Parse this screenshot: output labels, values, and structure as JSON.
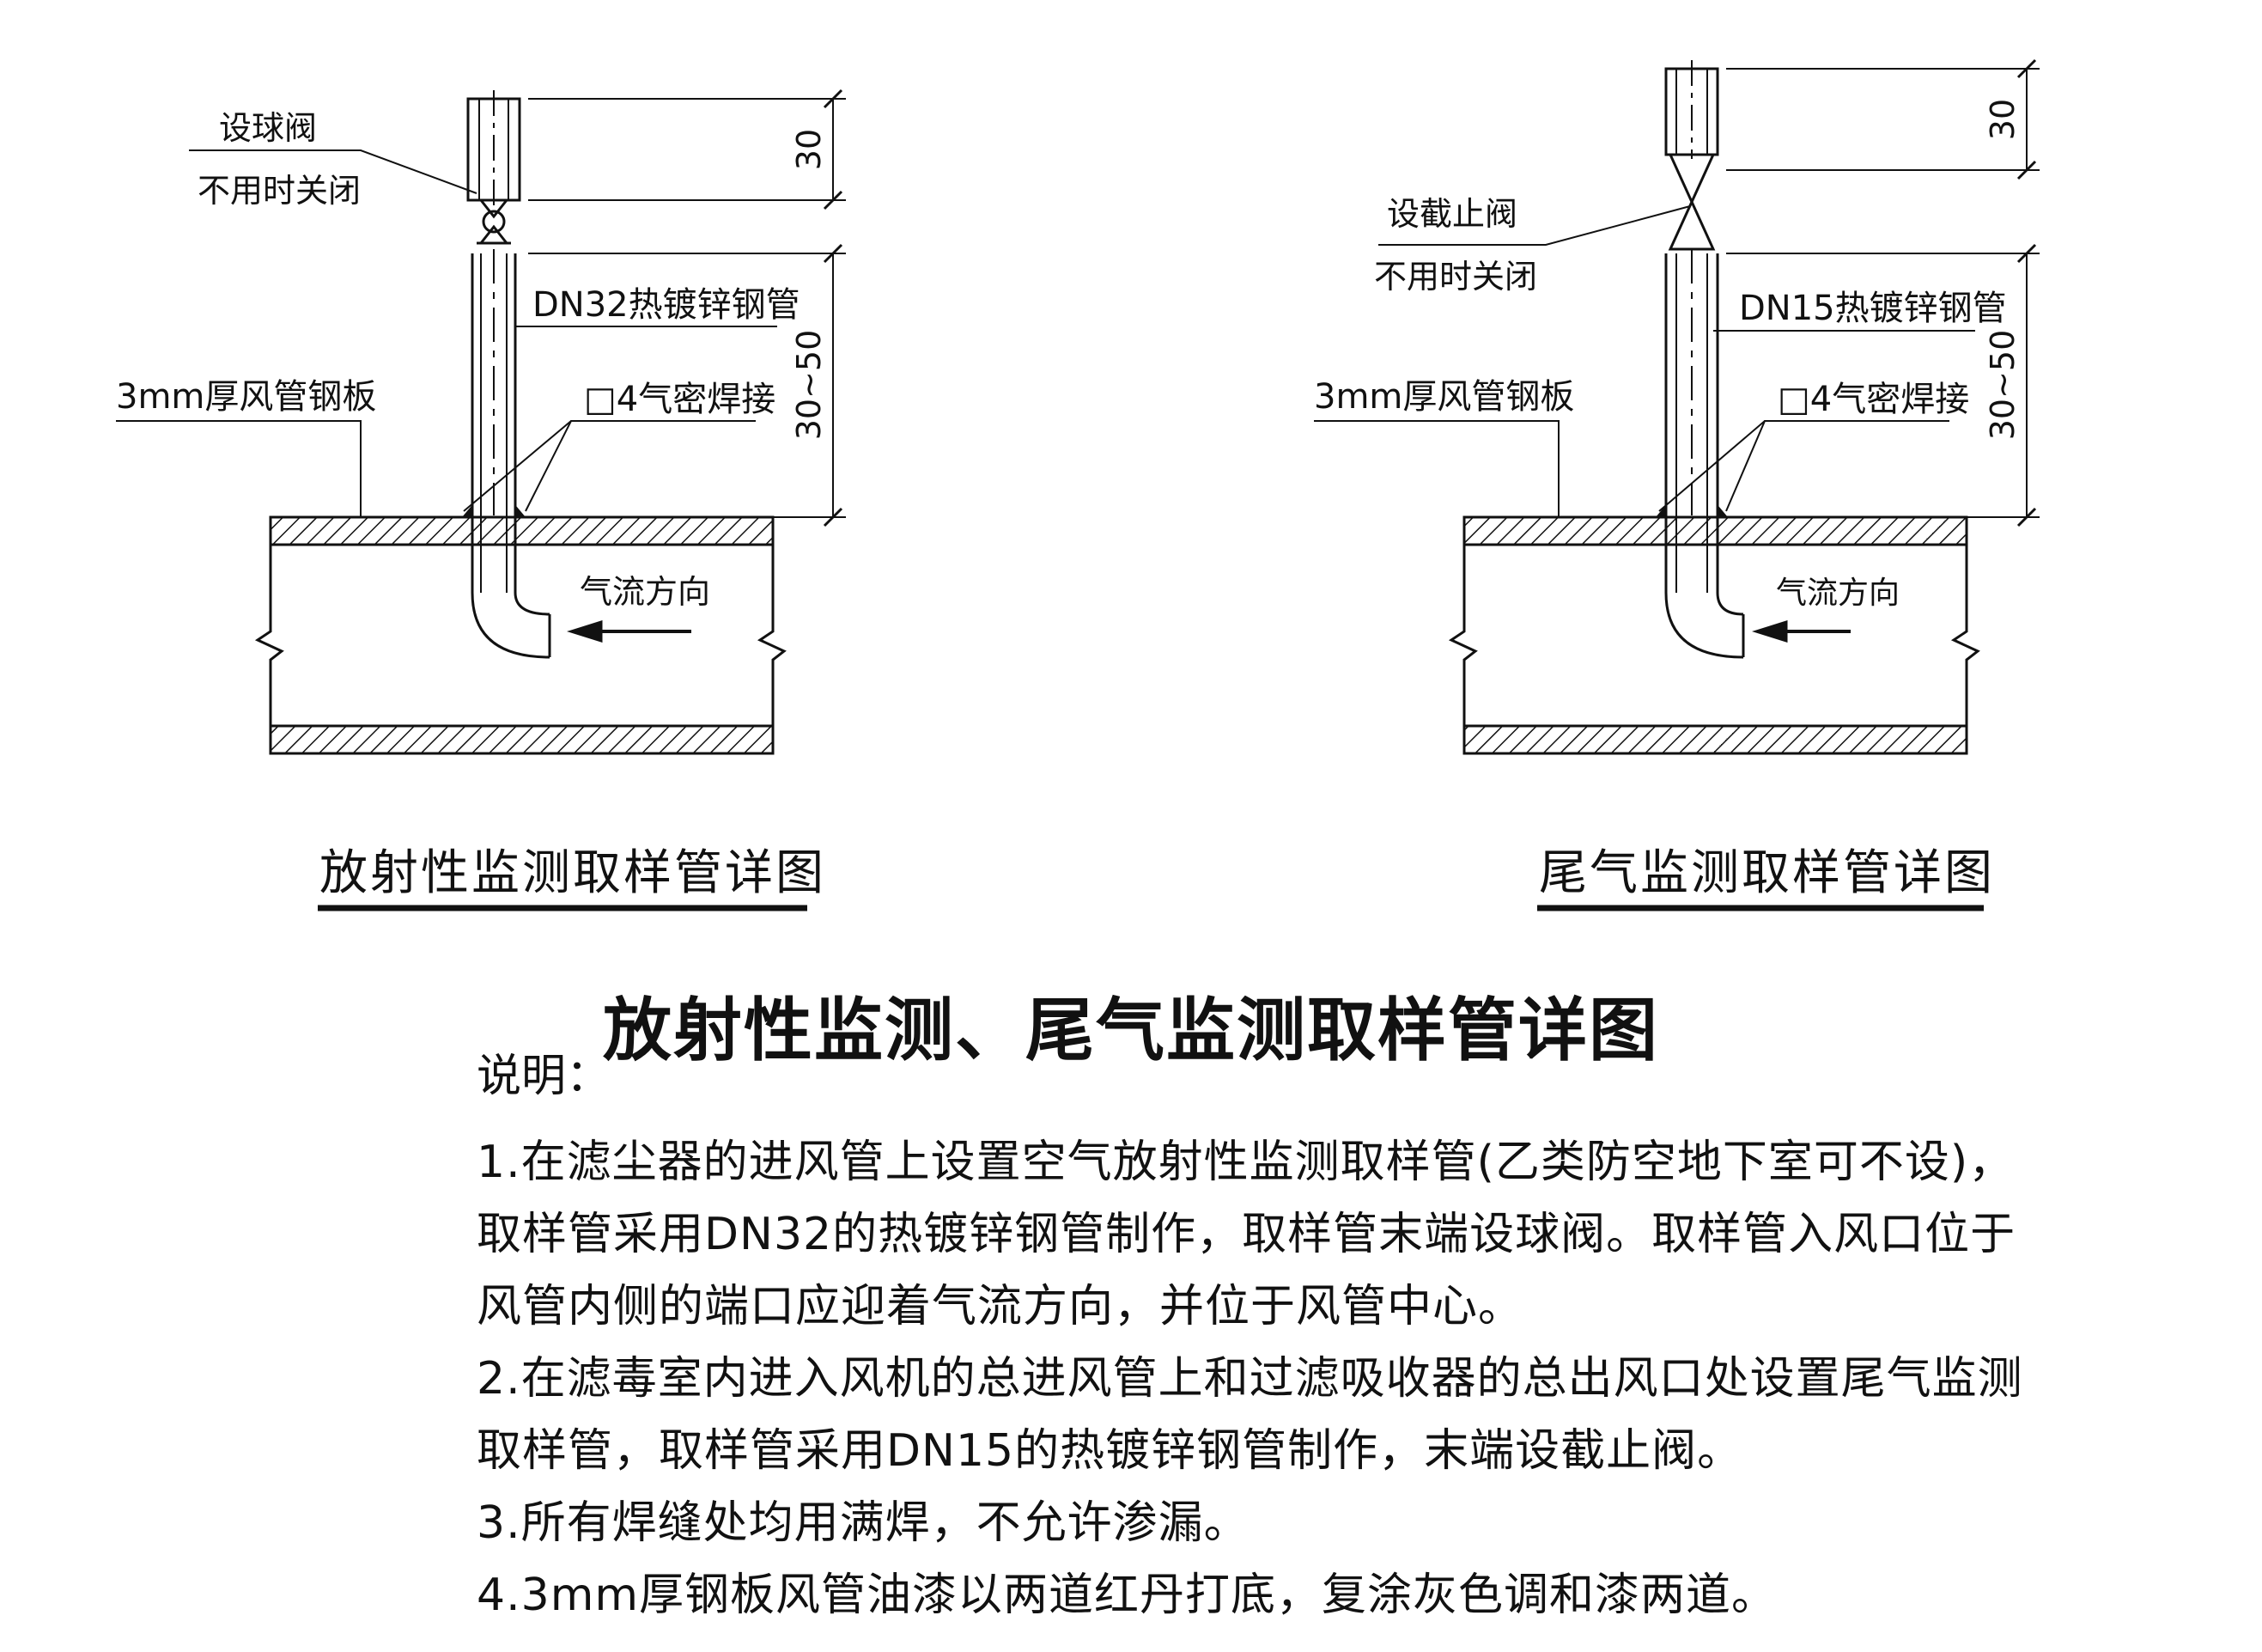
{
  "left_detail": {
    "valve_label": "设球阀",
    "valve_note": "不用时关闭",
    "pipe_label": "DN32热镀锌钢管",
    "plate_label": "3mm厚风管钢板",
    "weld_label": "□4气密焊接",
    "airflow_label": "气流方向",
    "dim_top": "30",
    "dim_bottom": "30~50",
    "caption": "放射性监测取样管详图"
  },
  "right_detail": {
    "valve_label": "设截止阀",
    "valve_note": "不用时关闭",
    "pipe_label": "DN15热镀锌钢管",
    "plate_label": "3mm厚风管钢板",
    "weld_label": "□4气密焊接",
    "airflow_label": "气流方向",
    "dim_top": "30",
    "dim_bottom": "30~50",
    "caption": "尾气监测取样管详图"
  },
  "main_title": "放射性监测、尾气监测取样管详图",
  "notes": {
    "label": "说明：",
    "lines": [
      "1.在滤尘器的进风管上设置空气放射性监测取样管(乙类防空地下室可不设)，",
      "取样管采用DN32的热镀锌钢管制作，取样管末端设球阀。取样管入风口位于",
      "风管内侧的端口应迎着气流方向，并位于风管中心。",
      "2.在滤毒室内进入风机的总进风管上和过滤吸收器的总出风口处设置尾气监测",
      "取样管，取样管采用DN15的热镀锌钢管制作，末端设截止阀。",
      "3.所有焊缝处均用满焊，不允许渗漏。",
      "4.3mm厚钢板风管油漆以两道红丹打底，复涂灰色调和漆两道。"
    ]
  }
}
